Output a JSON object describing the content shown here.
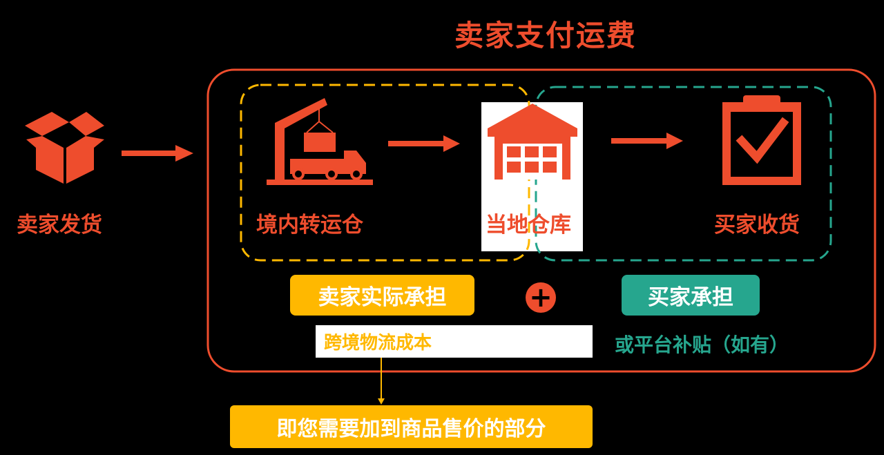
{
  "title": "卖家支付运费",
  "nodes": {
    "seller_ship": "卖家发货",
    "transit_warehouse": "境内转运仓",
    "local_warehouse": "当地仓库",
    "buyer_receive": "买家收货"
  },
  "cost": {
    "seller_bears": "卖家实际承担",
    "plus": "+",
    "buyer_bears": "买家承担",
    "seller_cost_detail": "跨境物流成本",
    "buyer_cost_detail": "或平台补贴（如有）",
    "add_to_price": "即您需要加到商品售价的部分"
  },
  "colors": {
    "accent": "#ee4d2d",
    "yellow": "#ffb800",
    "teal": "#26a68e",
    "background": "#000000"
  },
  "icons": [
    "box-icon",
    "crane-truck-icon",
    "warehouse-icon",
    "clipboard-check-icon",
    "arrow-right-icon"
  ]
}
